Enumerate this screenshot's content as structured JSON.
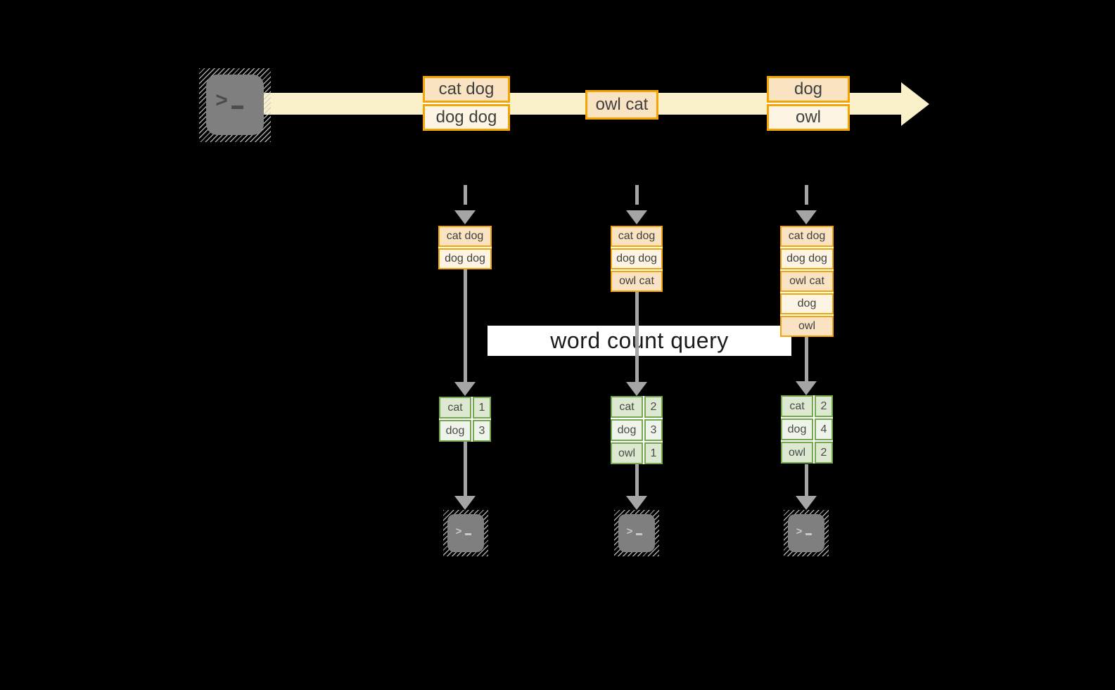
{
  "diagram": {
    "query_label": "word count query",
    "glyphs": {
      "terminal_prompt": ">"
    },
    "colors": {
      "background": "#000000",
      "stream_arrow": "#FAF0CA",
      "accent_orange": "#F4A503",
      "fill_peach": "#FAE3C2",
      "fill_cream": "#FDF4E4",
      "accent_green": "#74A84E",
      "fill_green_dark": "#DCE8D0",
      "fill_green_light": "#EEF4E9",
      "arrow_gray": "#A5A5A5",
      "terminal_gray": "#7F7F7F",
      "query_band_bg": "#FFFFFF"
    },
    "stream": {
      "events": [
        {
          "rows": [
            "cat dog",
            "dog dog"
          ]
        },
        {
          "rows": [
            "owl cat"
          ]
        },
        {
          "rows": [
            "dog",
            "owl"
          ]
        }
      ]
    },
    "columns": [
      {
        "buffer": [
          "cat dog",
          "dog dog"
        ],
        "counts": [
          {
            "word": "cat",
            "count": "1"
          },
          {
            "word": "dog",
            "count": "3"
          }
        ]
      },
      {
        "buffer": [
          "cat dog",
          "dog dog",
          "owl cat"
        ],
        "counts": [
          {
            "word": "cat",
            "count": "2"
          },
          {
            "word": "dog",
            "count": "3"
          },
          {
            "word": "owl",
            "count": "1"
          }
        ]
      },
      {
        "buffer": [
          "cat dog",
          "dog dog",
          "owl cat",
          "dog",
          "owl"
        ],
        "counts": [
          {
            "word": "cat",
            "count": "2"
          },
          {
            "word": "dog",
            "count": "4"
          },
          {
            "word": "owl",
            "count": "2"
          }
        ]
      }
    ]
  }
}
